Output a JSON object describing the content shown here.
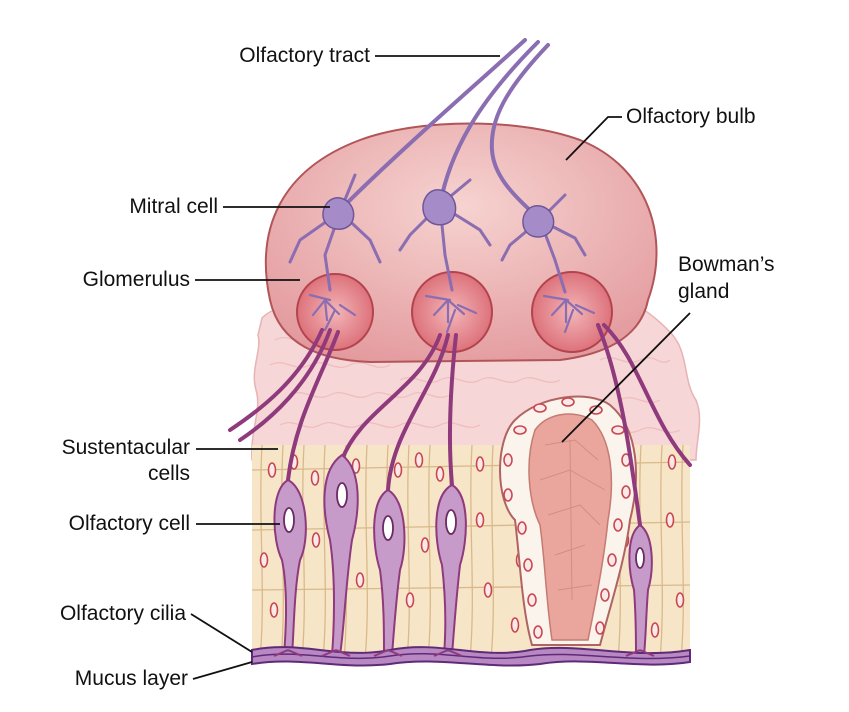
{
  "labels": {
    "olfactory_tract": "Olfactory tract",
    "olfactory_bulb": "Olfactory bulb",
    "mitral_cell": "Mitral cell",
    "glomerulus": "Glomerulus",
    "bowmans_gland_line1": "Bowman’s",
    "bowmans_gland_line2": "gland",
    "sustentacular_line1": "Sustentacular",
    "sustentacular_line2": "cells",
    "olfactory_cell": "Olfactory cell",
    "olfactory_cilia": "Olfactory cilia",
    "mucus_layer": "Mucus layer"
  },
  "colors": {
    "bulb_fill": "#e8a9ab",
    "bulb_stroke": "#b25558",
    "glomerulus_fill": "#e07f86",
    "neuron": "#8b6db1",
    "neuron_dark": "#6f5699",
    "axon": "#8e3a7c",
    "olfactory_cell_fill": "#c79bc9",
    "epithelium_fill": "#f7e5c8",
    "epithelium_stroke": "#d9b98a",
    "lamina_fill": "#f6d6d6",
    "gland_fill": "#eaa59c",
    "mucus": "#5f2a78"
  }
}
